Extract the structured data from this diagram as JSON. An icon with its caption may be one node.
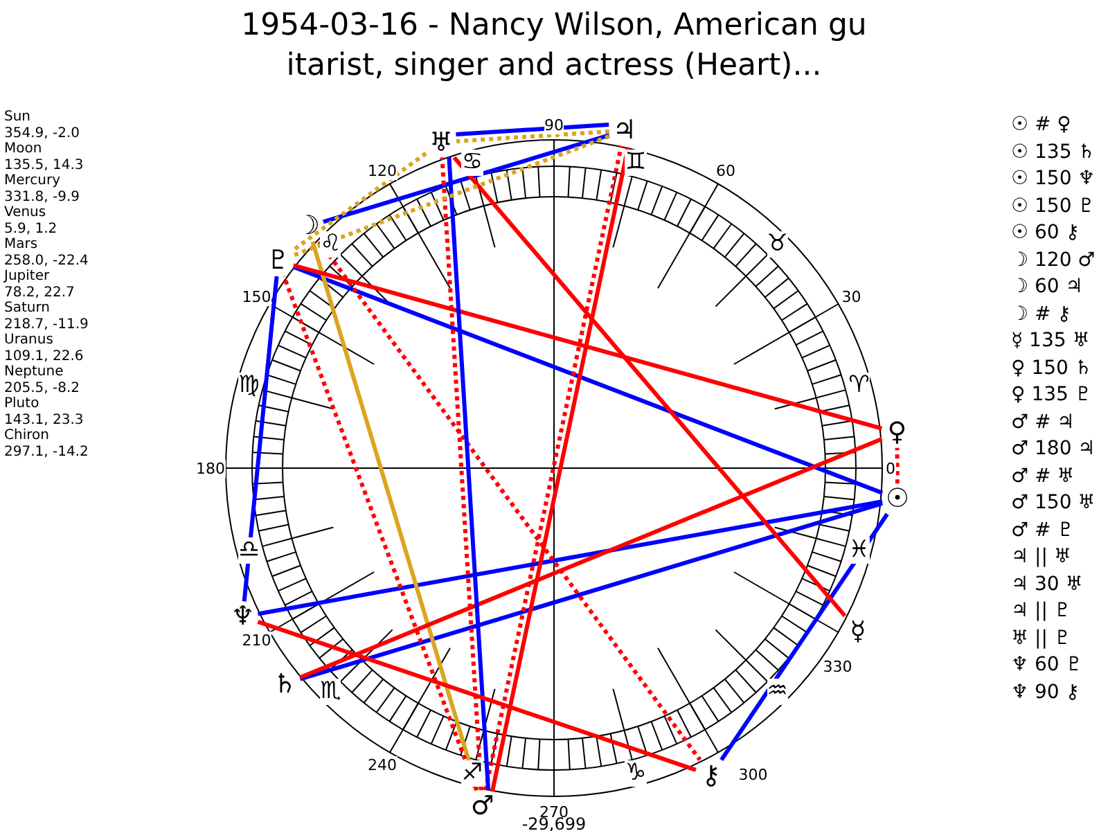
{
  "diagram": {
    "title": "1954-03-16 - Nancy Wilson, American gu itarist, singer and actress (Heart)...",
    "nodes": [
      {
        "text": [
          "☉"
        ]
      },
      {
        "text": [
          "☽"
        ]
      },
      {
        "text": [
          "☿"
        ]
      },
      {
        "text": [
          "♀"
        ]
      },
      {
        "text": [
          "♂"
        ]
      },
      {
        "text": [
          "♃"
        ]
      },
      {
        "text": [
          "♄"
        ]
      },
      {
        "text": [
          "♅"
        ]
      },
      {
        "text": [
          "♆"
        ]
      },
      {
        "text": [
          "♇"
        ]
      },
      {
        "text": [
          "⚷"
        ]
      }
    ],
    "edges": [
      {
        "from": 0,
        "to": 3,
        "arrow": "none",
        "style": "dashed"
      },
      {
        "from": 0,
        "to": 6,
        "arrow": "none",
        "color": "#0000ff"
      },
      {
        "from": 0,
        "to": 8,
        "arrow": "none",
        "color": "#0000ff"
      },
      {
        "from": 0,
        "to": 9,
        "arrow": "none",
        "color": "#0000ff"
      },
      {
        "from": 0,
        "to": 10,
        "arrow": "none",
        "color": "#0000ff"
      },
      {
        "from": 1,
        "to": 4,
        "arrow": "none",
        "color": "#daa520"
      },
      {
        "from": 1,
        "to": 5,
        "arrow": "none",
        "color": "#0000ff"
      },
      {
        "from": 1,
        "to": 10,
        "arrow": "none",
        "style": "dashed"
      },
      {
        "from": 2,
        "to": 7,
        "arrow": "none"
      },
      {
        "from": 3,
        "to": 6,
        "arrow": "none"
      },
      {
        "from": 3,
        "to": 9,
        "arrow": "none"
      },
      {
        "from": 4,
        "to": 5,
        "arrow": "none",
        "style": "dashed"
      },
      {
        "from": 4,
        "to": 5,
        "arrow": "none"
      },
      {
        "from": 4,
        "to": 7,
        "arrow": "none",
        "style": "dashed"
      },
      {
        "from": 4,
        "to": 7,
        "arrow": "none",
        "color": "#0000ff"
      },
      {
        "from": 4,
        "to": 9,
        "arrow": "none",
        "style": "dashed"
      },
      {
        "from": 5,
        "to": 7,
        "arrow": "none",
        "style": "dashed",
        "color": "#daa520"
      },
      {
        "from": 5,
        "to": 7,
        "arrow": "none",
        "color": "#0000ff"
      },
      {
        "from": 5,
        "to": 9,
        "arrow": "none",
        "style": "dashed",
        "color": "#daa520"
      },
      {
        "from": 7,
        "to": 9,
        "arrow": "none",
        "style": "dashed",
        "color": "#daa520"
      },
      {
        "from": 8,
        "to": 9,
        "arrow": "none",
        "color": "#0000ff"
      },
      {
        "from": 8,
        "to": 10,
        "arrow": "none"
      }
    ],
    "labels": [
      "Sun",
      "354.9, -2.0",
      "Moon",
      "135.5, 14.3",
      "Mercury",
      "331.8, -9.9",
      "Venus",
      "5.9, 1.2",
      "Mars",
      "258.0, -22.4",
      "Jupiter",
      "78.2, 22.7",
      "Saturn",
      "218.7, -11.9",
      "Uranus",
      "109.1, 22.6",
      "Neptune",
      "205.5, -8.2",
      "Pluto",
      "143.1, 23.3",
      "Chiron",
      "297.1, -14.2",
      "0",
      "30",
      "60",
      "90",
      "120",
      "150",
      "180",
      "210",
      "240",
      "270",
      "300",
      "330",
      "-29,699",
      "♈",
      "♉",
      "♊",
      "♋",
      "♌",
      "♍",
      "♎",
      "♏",
      "♐",
      "♑",
      "♒",
      "♓",
      "☉ # ♀",
      "☉ 135 ♄",
      "☉ 150 ♆",
      "☉ 150 ♇",
      "☉ 60 ⚷",
      "☽ 120 ♂",
      "☽ 60 ♃",
      "☽ # ⚷",
      "☿ 135 ♅",
      "♀ 150 ♄",
      "♀ 135 ♇",
      "♂ # ♃",
      "♂ 180 ♃",
      "♂ # ♅",
      "♂ 150 ♅",
      "♂ # ♇",
      "♃ || ♅",
      "♃ 30 ♅",
      "♃ || ♇",
      "♅ || ♇",
      "♆ 60 ♇",
      "♆ 90 ⚷"
    ]
  }
}
